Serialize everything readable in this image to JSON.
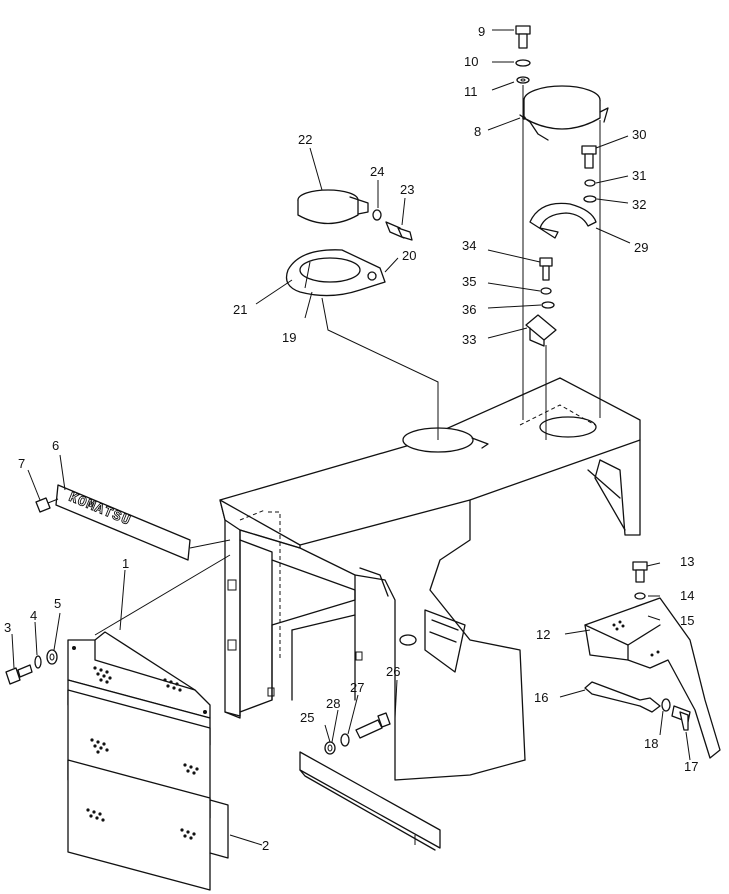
{
  "diagram": {
    "part_numbers": [
      "1",
      "2",
      "3",
      "4",
      "5",
      "6",
      "7",
      "8",
      "9",
      "10",
      "11",
      "12",
      "13",
      "14",
      "15",
      "16",
      "17",
      "18",
      "19",
      "20",
      "21",
      "22",
      "23",
      "24",
      "25",
      "26",
      "27",
      "28",
      "29",
      "30",
      "31",
      "32",
      "33",
      "34",
      "35",
      "36"
    ],
    "nameplate_text": "KOMATSU"
  }
}
